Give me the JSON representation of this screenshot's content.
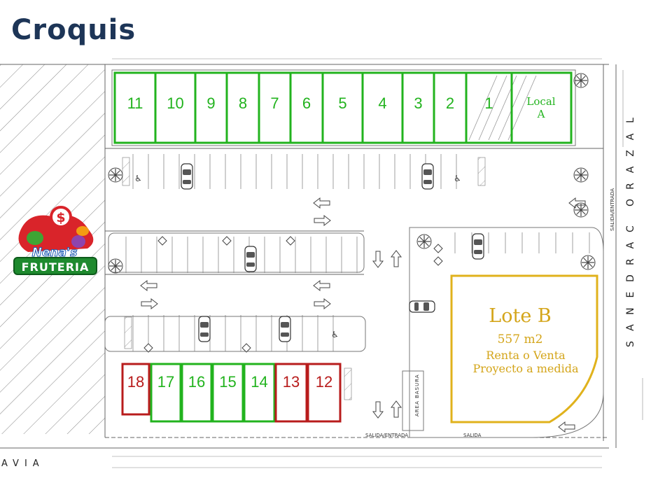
{
  "title": "Croquis",
  "colors": {
    "green": "#22b31e",
    "red": "#b81c1c",
    "yellow": "#e0b21c",
    "line": "#555555",
    "title": "#1d3557"
  },
  "top_row": {
    "units": [
      "11",
      "10",
      "9",
      "8",
      "7",
      "6",
      "5",
      "4",
      "3",
      "2",
      "1"
    ],
    "local": [
      "Local",
      "A"
    ]
  },
  "bottom_row": {
    "units": [
      {
        "label": "18",
        "status": "red"
      },
      {
        "label": "17",
        "status": "green"
      },
      {
        "label": "16",
        "status": "green"
      },
      {
        "label": "15",
        "status": "green"
      },
      {
        "label": "14",
        "status": "green"
      },
      {
        "label": "13",
        "status": "red"
      },
      {
        "label": "12",
        "status": "red"
      }
    ]
  },
  "lote_b": {
    "name": "Lote B",
    "area": "557 m2",
    "line1": "Renta o Venta",
    "line2": "Proyecto a medida"
  },
  "street_right": "LAZARO CARDENAS",
  "street_bottom": "AVIA",
  "access_labels": {
    "right": "SALIDA/ENTRADA",
    "bottom": "SALIDA/ENTRADA",
    "exit": "SALIDA"
  },
  "area_basura": "AREA BASURA",
  "logo": {
    "top": "Nena's",
    "bottom": "FRUTERIA",
    "symbol": "$"
  }
}
